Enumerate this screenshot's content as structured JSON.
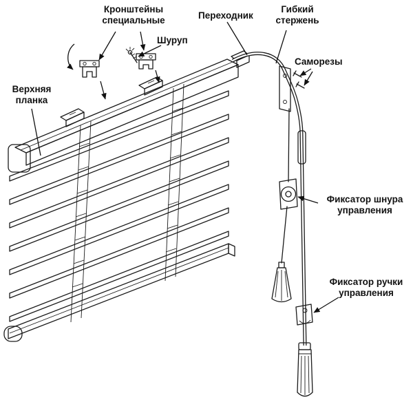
{
  "diagram": {
    "subject": "blinds-assembly-scheme",
    "colors": {
      "line": "#1a1a1a",
      "fill_light": "#f0f0f0",
      "fill_mid": "#d8d8d8",
      "background": "#ffffff"
    }
  },
  "labels": {
    "special_brackets": "Кронштейны\nспециальные",
    "screw": "Шуруп",
    "adapter": "Переходник",
    "flexible_rod": "Гибкий\nстержень",
    "self_tapping_screws": "Саморезы",
    "top_rail": "Верхняя\nпланка",
    "cord_lock": "Фиксатор шнура\nуправления",
    "handle_lock": "Фиксатор ручки\nуправления"
  }
}
